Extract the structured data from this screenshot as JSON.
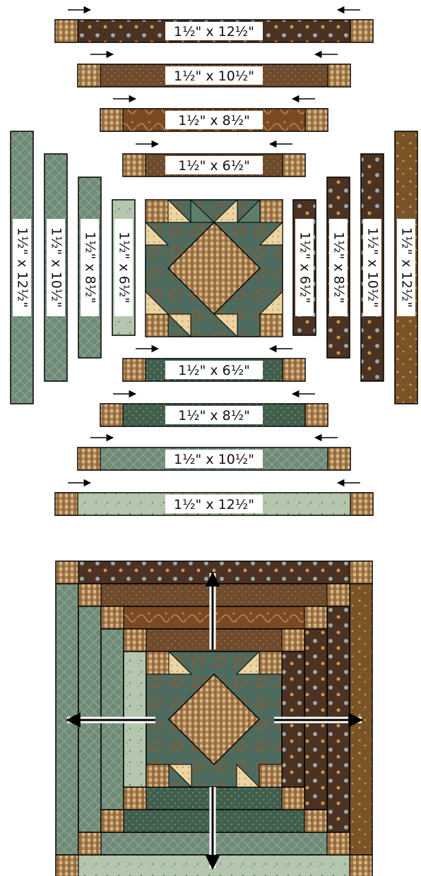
{
  "colors": {
    "dark_brown": "#4b3222",
    "medium_brown": "#6e4b2c",
    "rust_brown": "#7a4a24",
    "golden_brown": "#7a5428",
    "dark_green": "#3f5f4f",
    "sage_green": "#6f8a76",
    "light_sage": "#b4c6ad",
    "tan": "#e8cf98",
    "check": "#a47a4a",
    "arrow": "#000000"
  },
  "exploded": {
    "top_strips": [
      {
        "label": "1½\" x 12½\"",
        "fabric": "dark_brown"
      },
      {
        "label": "1½\" x 10½\"",
        "fabric": "medium_brown"
      },
      {
        "label": "1½\" x 8½\"",
        "fabric": "rust_brown"
      },
      {
        "label": "1½\" x 6½\"",
        "fabric": "medium_brown"
      }
    ],
    "bottom_strips": [
      {
        "label": "1½\" x 6½\"",
        "fabric": "dark_green"
      },
      {
        "label": "1½\" x 8½\"",
        "fabric": "dark_green"
      },
      {
        "label": "1½\" x 10½\"",
        "fabric": "sage_green"
      },
      {
        "label": "1½\" x 12½\"",
        "fabric": "light_sage"
      }
    ],
    "left_strips": [
      {
        "label": "1½\" x 12½\"",
        "fabric": "sage_green"
      },
      {
        "label": "1½\" x 10½\"",
        "fabric": "sage_green"
      },
      {
        "label": "1½\" x 8½\"",
        "fabric": "sage_green"
      },
      {
        "label": "1½\" x 6½\"",
        "fabric": "light_sage"
      }
    ],
    "right_strips": [
      {
        "label": "1½\" x 6½\"",
        "fabric": "dark_brown"
      },
      {
        "label": "1½\" x 8½\"",
        "fabric": "dark_brown"
      },
      {
        "label": "1½\" x 10½\"",
        "fabric": "dark_brown"
      },
      {
        "label": "1½\" x 12½\"",
        "fabric": "golden_brown"
      }
    ]
  }
}
